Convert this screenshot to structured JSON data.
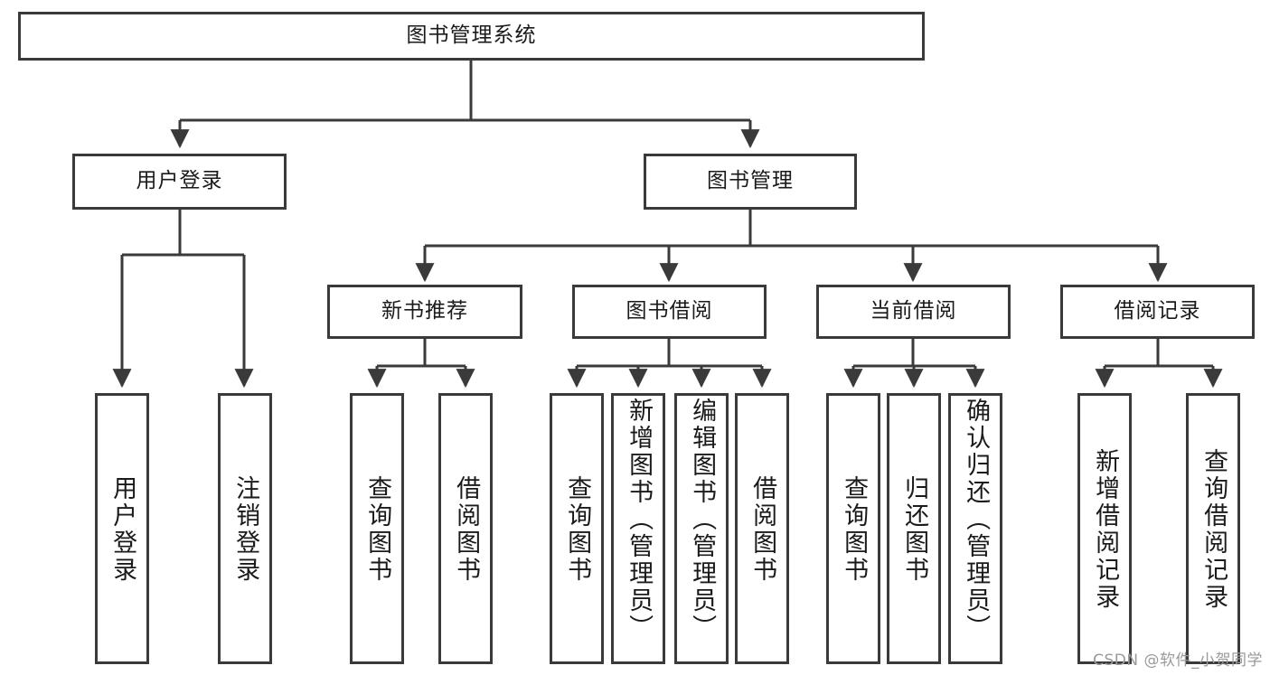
{
  "diagram": {
    "type": "tree-hierarchy",
    "title": "图书管理系统",
    "background_color": "#ffffff",
    "line_color": "#3a3a3a",
    "text_color": "#1a1a1a",
    "root": {
      "label": "图书管理系统",
      "orientation": "horizontal"
    },
    "level2": [
      {
        "label": "用户登录",
        "orientation": "horizontal"
      },
      {
        "label": "图书管理",
        "orientation": "horizontal"
      }
    ],
    "level3": [
      {
        "label": "新书推荐",
        "orientation": "horizontal"
      },
      {
        "label": "图书借阅",
        "orientation": "horizontal"
      },
      {
        "label": "当前借阅",
        "orientation": "horizontal"
      },
      {
        "label": "借阅记录",
        "orientation": "horizontal"
      }
    ],
    "leaves": {
      "user_login": [
        {
          "label": "用户登录",
          "orientation": "vertical"
        },
        {
          "label": "注销登录",
          "orientation": "vertical"
        }
      ],
      "new_book_recommend": [
        {
          "label": "查询图书",
          "orientation": "vertical"
        },
        {
          "label": "借阅图书",
          "orientation": "vertical"
        }
      ],
      "book_borrow": [
        {
          "label": "查询图书",
          "orientation": "vertical"
        },
        {
          "label": "新增图书（管理员）",
          "orientation": "vertical"
        },
        {
          "label": "编辑图书（管理员）",
          "orientation": "vertical"
        },
        {
          "label": "借阅图书",
          "orientation": "vertical"
        }
      ],
      "current_borrow": [
        {
          "label": "查询图书",
          "orientation": "vertical"
        },
        {
          "label": "归还图书",
          "orientation": "vertical"
        },
        {
          "label": "确认归还（管理员）",
          "orientation": "vertical"
        }
      ],
      "borrow_record": [
        {
          "label": "新增借阅记录",
          "orientation": "vertical"
        },
        {
          "label": "查询借阅记录",
          "orientation": "vertical"
        }
      ]
    }
  },
  "watermark": {
    "text": "CSDN @软件_小贺同学",
    "color": "#9a9a9a"
  }
}
